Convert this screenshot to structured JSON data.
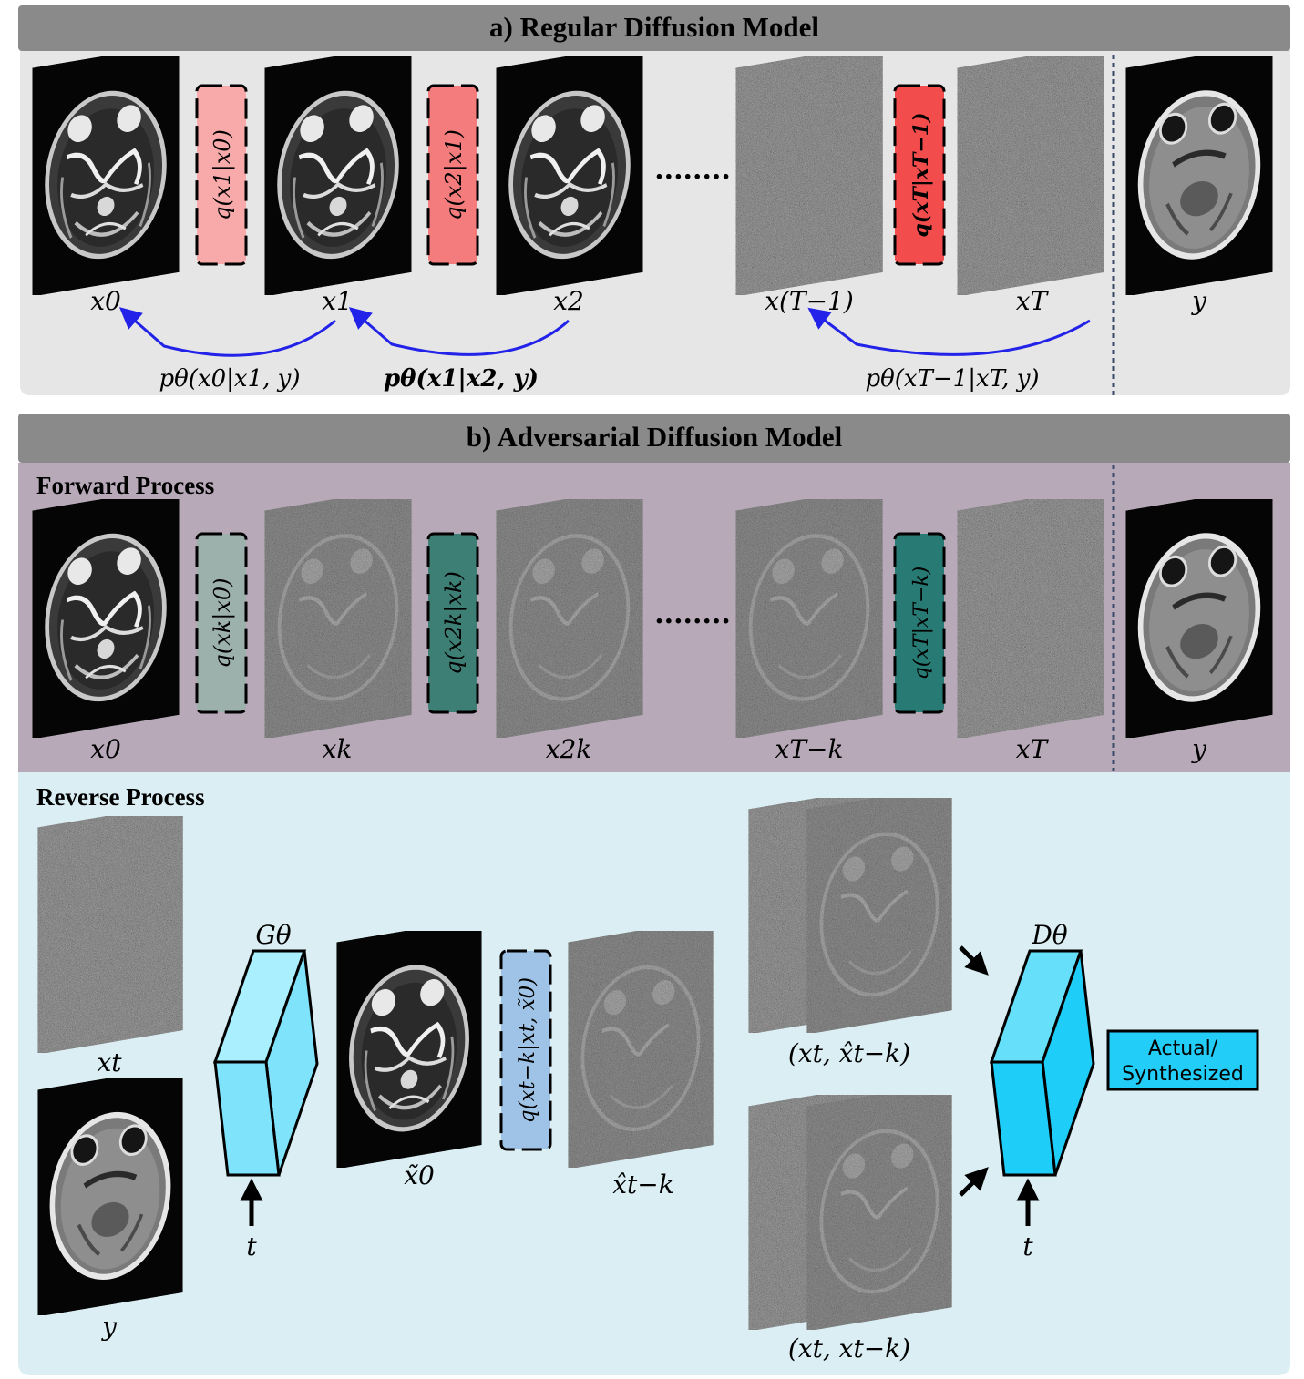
{
  "panel_a": {
    "title": "a) Regular Diffusion Model",
    "images": [
      {
        "id": "x0",
        "label": "x0",
        "kind": "t2"
      },
      {
        "id": "x1",
        "label": "x1",
        "kind": "t2"
      },
      {
        "id": "x2",
        "label": "x2",
        "kind": "t2"
      },
      {
        "id": "xT1",
        "label": "x(T−1)",
        "kind": "noise"
      },
      {
        "id": "xT",
        "label": "xT",
        "kind": "noise"
      },
      {
        "id": "y",
        "label": "y",
        "kind": "t1"
      }
    ],
    "ellipsis": "........",
    "transitions": [
      {
        "label": "q(x1|x0)",
        "color": "#f8aaaa"
      },
      {
        "label": "q(x2|x1)",
        "color": "#f47c7c"
      },
      {
        "label": "q(xT|xT−1)",
        "color": "#f24c4c"
      }
    ],
    "reverse": [
      {
        "label": "pθ(x0|x1, y)"
      },
      {
        "label": "pθ(x1|x2, y)"
      },
      {
        "label": "pθ(xT−1|xT, y)"
      }
    ]
  },
  "panel_b": {
    "title": "b) Adversarial Diffusion Model",
    "forward": {
      "title": "Forward Process",
      "images": [
        {
          "id": "x0",
          "label": "x0",
          "kind": "t2"
        },
        {
          "id": "xk",
          "label": "xk",
          "kind": "t2n"
        },
        {
          "id": "x2k",
          "label": "x2k",
          "kind": "t2n"
        },
        {
          "id": "xTk",
          "label": "xT−k",
          "kind": "t2n"
        },
        {
          "id": "xT",
          "label": "xT",
          "kind": "noise"
        },
        {
          "id": "y",
          "label": "y",
          "kind": "t1"
        }
      ],
      "ellipsis": "........",
      "transitions": [
        {
          "label": "q(xk|x0)",
          "color": "#9cb1ab"
        },
        {
          "label": "q(x2k|xk)",
          "color": "#3e7f75"
        },
        {
          "label": "q(xT|xT−k)",
          "color": "#287b74"
        }
      ]
    },
    "reverse": {
      "title": "Reverse Process",
      "labels": {
        "xt": "xt",
        "y": "y",
        "generator": "Gθ",
        "t_gen": "t",
        "x0_tilde": "x̃0",
        "q_post": "q(xt−k|xt, x̃0)",
        "xhat": "x̂t−k",
        "pair_fake": "(xt, x̂t−k)",
        "pair_real": "(xt, xt−k)",
        "discriminator": "Dθ",
        "t_disc": "t",
        "output": "Actual/ Synthesized"
      },
      "colors": {
        "generator": "#7fe3fb",
        "discriminator": "#1ecef9",
        "output_box": "#22cdf7",
        "q_post_box": "#9fc3e6"
      }
    }
  },
  "colors": {
    "header": "#8a8a8a",
    "panel_a_bg": "#e6e6e6",
    "forward_bg": "#b7a9b8",
    "reverse_bg": "#daeef4",
    "arrow": "#2222e8"
  }
}
